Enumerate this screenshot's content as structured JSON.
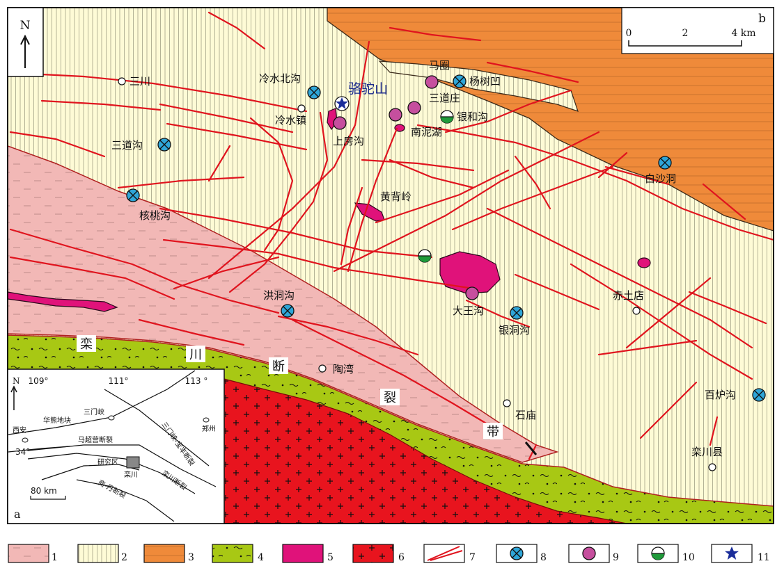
{
  "panel_b_letter": "b",
  "panel_a_letter": "a",
  "north": "N",
  "scale": {
    "zero": "0",
    "mid": "2",
    "end": "4 km"
  },
  "places": {
    "sanchuan": "三川",
    "lengshuibeigou": "冷水北沟",
    "luotuoshan": "骆驼山",
    "maquan": "马圈",
    "yangshuao": "杨树凹",
    "sandaozhuang": "三道庄",
    "yinhegou": "银和沟",
    "nannihu": "南泥湖",
    "lengshuizhen": "冷水镇",
    "shangfanggou": "上房沟",
    "sandaogou": "三道沟",
    "baishadong": "白沙洞",
    "hetaogou": "核桃沟",
    "huangbeiling": "黄背岭",
    "hongdonggou": "洪洞沟",
    "dawanggou": "大王沟",
    "yindonggou": "银洞沟",
    "chitudian": "赤土店",
    "taowan": "陶湾",
    "shimiao": "石庙",
    "bailugou": "百炉沟",
    "luanchuanxian": "栾川县"
  },
  "fault_belt": [
    "栾",
    "川",
    "断",
    "裂",
    "带"
  ],
  "inset": {
    "lon1": "109°",
    "lon2": "111°",
    "lon3": "113 °",
    "lat": "34°",
    "xian": "西安",
    "sanmenxia": "三门峡",
    "zhengzhou": "郑州",
    "huaxiong": "华熊地块",
    "machaoying": "马超营断裂",
    "sanmenxia_fault": "三门峡-宝丰断裂",
    "study_area": "研究区",
    "luanchuan": "栾川",
    "luanchuan_fault": "栾川断裂",
    "shangdan": "商-丹断裂",
    "scale": "80 km"
  },
  "legend": [
    "1",
    "2",
    "3",
    "4",
    "5",
    "6",
    "7",
    "8",
    "9",
    "10",
    "11"
  ],
  "colors": {
    "unit1_pink": "#f2b8b6",
    "unit2_cream": "#fefbd6",
    "unit3_orange": "#ef8a3a",
    "unit4_green": "#a8c814",
    "unit5_magenta": "#e0127a",
    "unit6_red": "#e8141e",
    "fault": "#e0141e",
    "mineral_blue": "#2fa6d8",
    "mineral_purple": "#c64f9e",
    "mineral_green": "#1f9a3a",
    "star_blue": "#1a2d9a"
  }
}
